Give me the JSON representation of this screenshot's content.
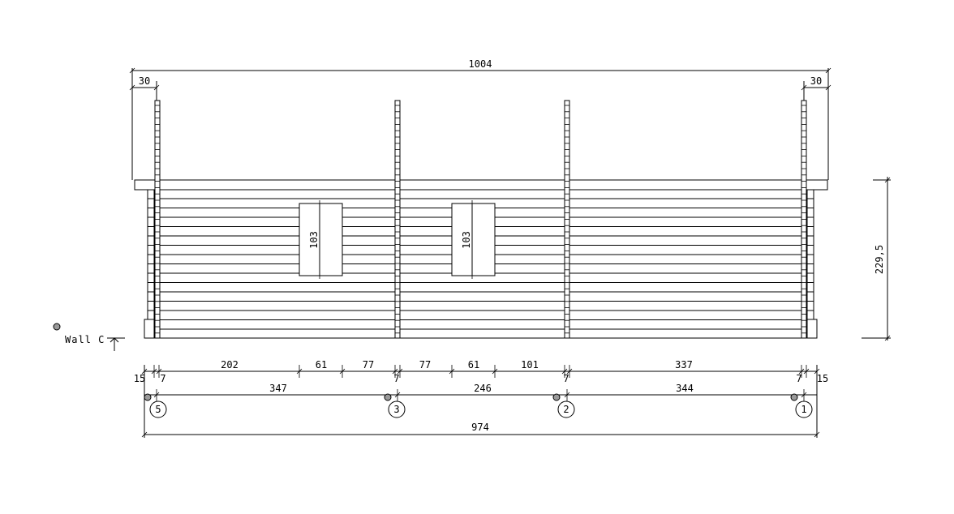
{
  "overall_width_label": "1004",
  "overhang_left_label": "30",
  "overhang_right_label": "30",
  "height_label": "229,5",
  "wall_label": "Wall C",
  "windows": [
    {
      "height_label": "103"
    },
    {
      "height_label": "103"
    }
  ],
  "top_dims": [
    "202",
    "61",
    "77",
    "77",
    "61",
    "101",
    "337"
  ],
  "post_dims": [
    "7",
    "7",
    "7",
    "7"
  ],
  "end_dims": [
    "15",
    "15"
  ],
  "axis_dims": [
    "347",
    "246",
    "344"
  ],
  "axes": [
    "5",
    "3",
    "2",
    "1"
  ],
  "total_label": "974"
}
